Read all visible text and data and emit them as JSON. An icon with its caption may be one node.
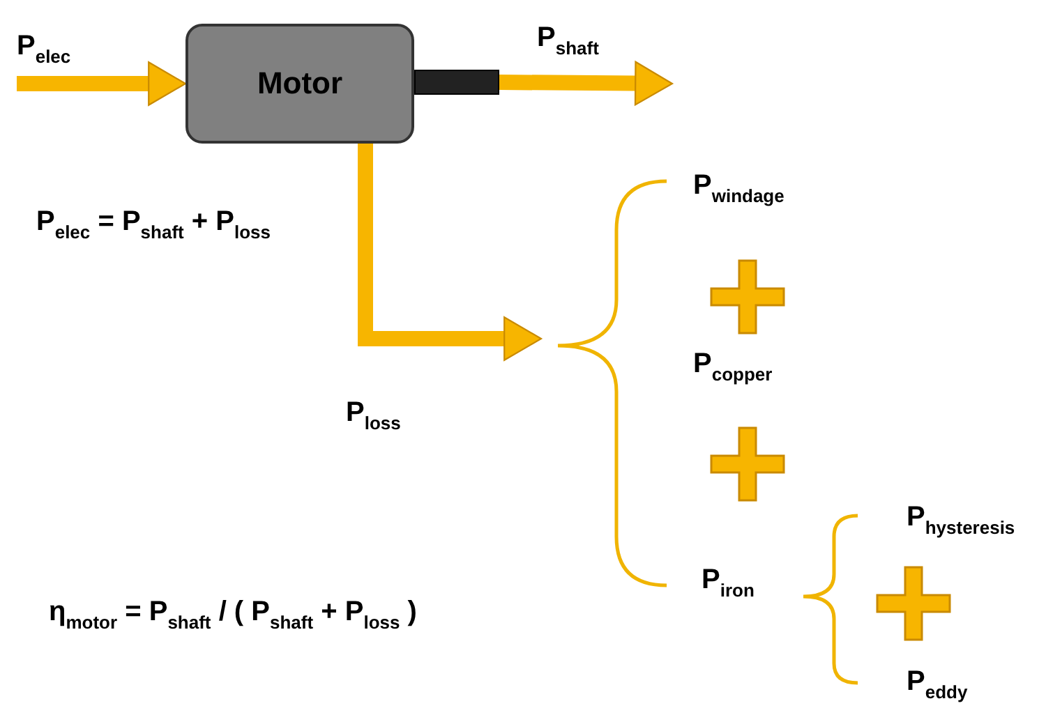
{
  "diagram": {
    "nodes": [
      {
        "text": [
          "Motor"
        ]
      },
      {
        "text": [],
        "shape": "bar"
      }
    ],
    "edges": [
      {
        "from": null,
        "to": 0,
        "arrow": "to",
        "label": "P$_{elec}$"
      },
      {
        "from": 1,
        "to": null,
        "arrow": "to",
        "label": "P$_{shaft}$"
      },
      {
        "from": 0,
        "to": null,
        "arrow": "to",
        "label": "P$_{loss}$"
      }
    ],
    "labels": [
      "P$_{windage}$",
      "P$_{elec}$ = P$_{shaft}$ +  P$_{loss}$",
      "P$_{copper}$",
      "P$_{hysteresis}$",
      "P$_{iron}$",
      "η$_{motor}$ = P$_{shaft}$  / ( P$_{shaft}$ +  P$_{loss}$ )",
      "P$_{eddy}$"
    ]
  }
}
